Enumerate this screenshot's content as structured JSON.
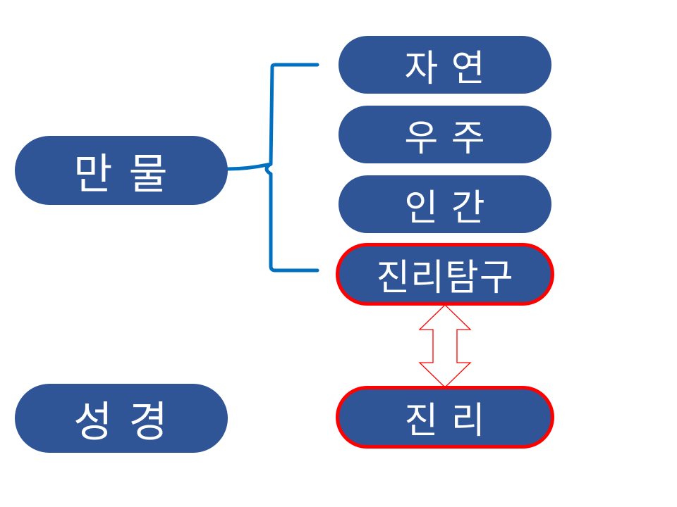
{
  "source": {
    "label": "만 물"
  },
  "branches": [
    {
      "label": "자 연"
    },
    {
      "label": "우 주"
    },
    {
      "label": "인 간"
    },
    {
      "label": "진리탐구"
    }
  ],
  "bible": {
    "label": "성 경"
  },
  "truth": {
    "label": "진 리"
  },
  "colors": {
    "node_fill": "#2f5597",
    "node_text": "#ffffff",
    "highlight_border": "#ff0000",
    "brace": "#0070c0",
    "arrow_outline": "#ff0000"
  }
}
